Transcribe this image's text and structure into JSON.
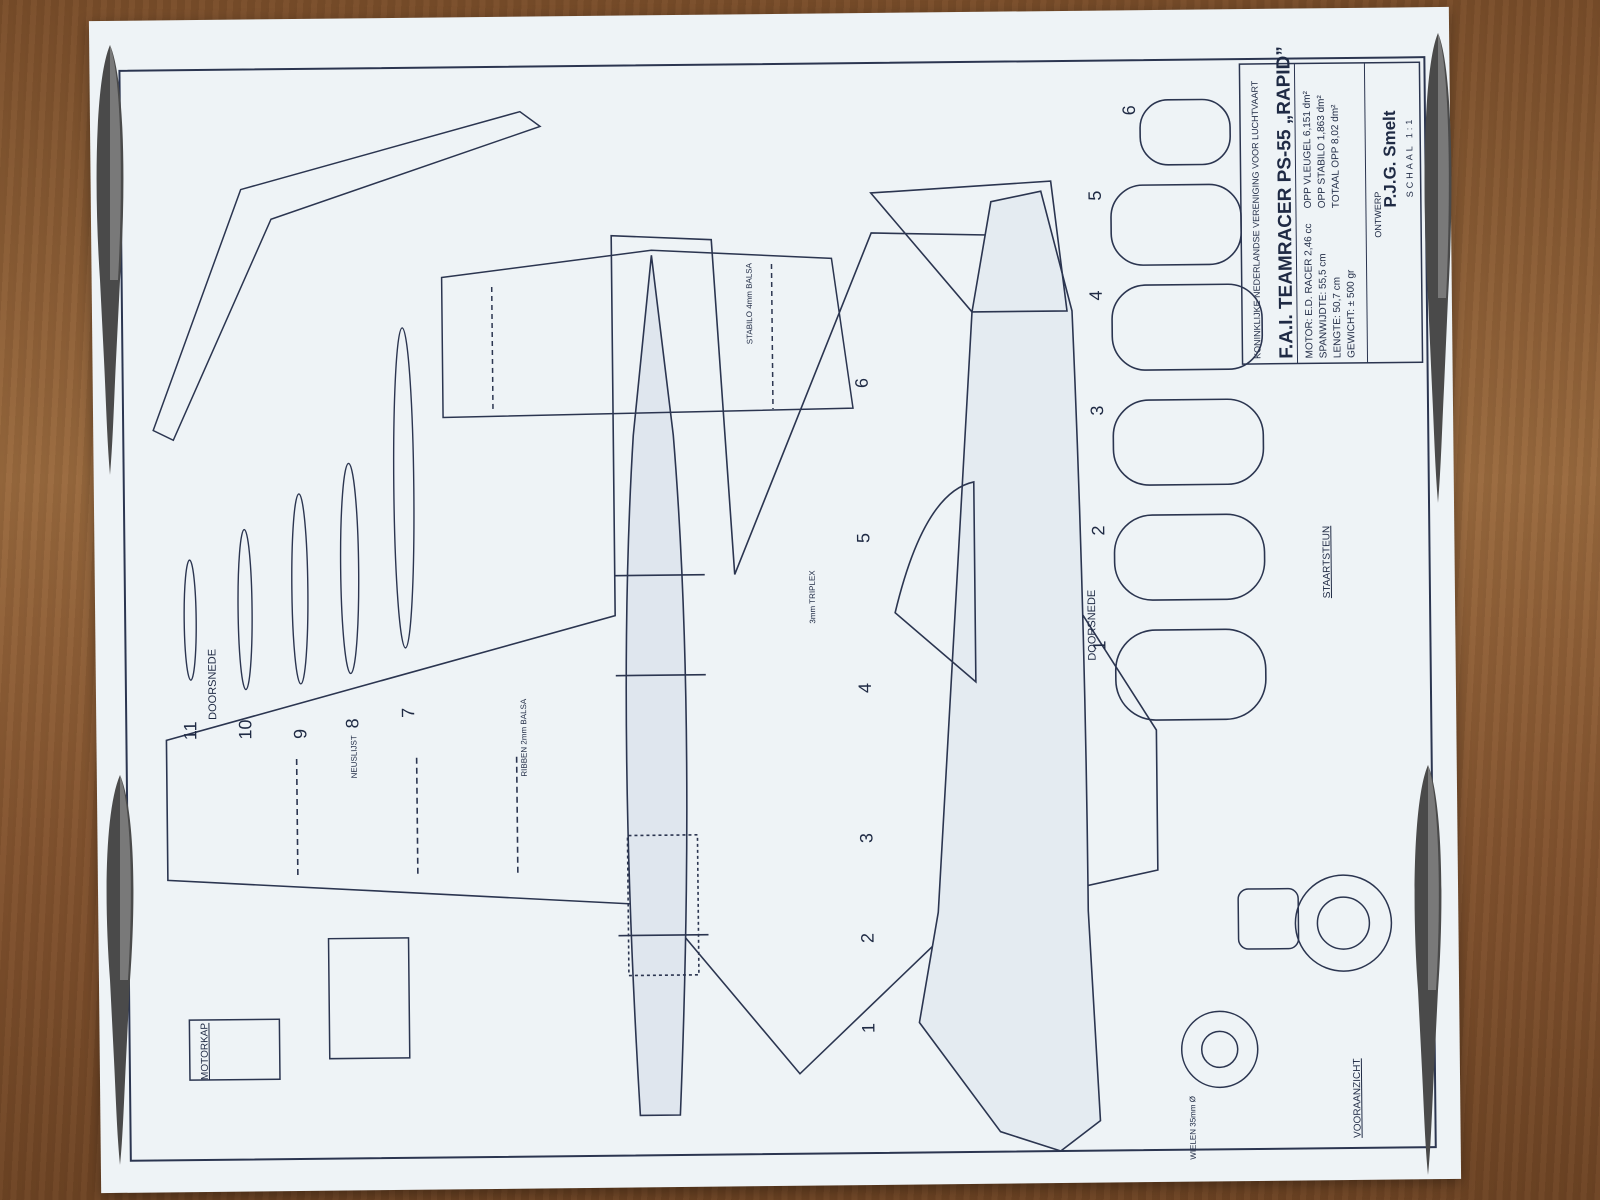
{
  "titleblock": {
    "org_line1": "KONINKLIJKE NEDERLANDSE VERENIGING VOOR LUCHTVAART",
    "title": "F.A.I. TEAMRACER PS-55 „RAPID”",
    "motor": "MOTOR: E.D. RACER 2,46 cc",
    "span": "SPANWIJDTE: 55,5 cm",
    "length": "LENGTE: 50,7 cm",
    "weight": "GEWICHT: ± 500 gr",
    "area_wing": "OPP VLEUGEL 6,151 dm²",
    "area_stab": "OPP STABILO 1,863 dm²",
    "area_total": "TOTAAL OPP 8,02 dm²",
    "designer_label": "ONTWERP",
    "designer": "P.J.G. Smelt",
    "scale": "SCHAAL 1:1"
  },
  "labels": {
    "doorsnede": "DOORSNEDE",
    "motorkap": "MOTORKAP",
    "vooraanzicht": "VOORAANZICHT",
    "staartsteun": "STAARTSTEUN",
    "stabilo": "STABILO 4mm BALSA",
    "ribben": "RIBBEN 2mm BALSA",
    "neuslijst": "NEUSLIJST",
    "triplex": "3mm TRIPLEX",
    "wielen": "WIELEN 35mm Ø"
  },
  "section_numbers_top": [
    "11",
    "10",
    "9",
    "8",
    "7"
  ],
  "section_numbers_side": [
    "1",
    "2",
    "3",
    "4",
    "5",
    "6"
  ],
  "section_numbers_plan": [
    "11",
    "10",
    "9",
    "8",
    "7",
    "1",
    "2",
    "3",
    "4",
    "5",
    "6"
  ],
  "colors": {
    "paper": "#eef3f6",
    "ink": "#2b3550",
    "wood": "#8a5c34"
  },
  "icons": [
    "knife-icon"
  ]
}
